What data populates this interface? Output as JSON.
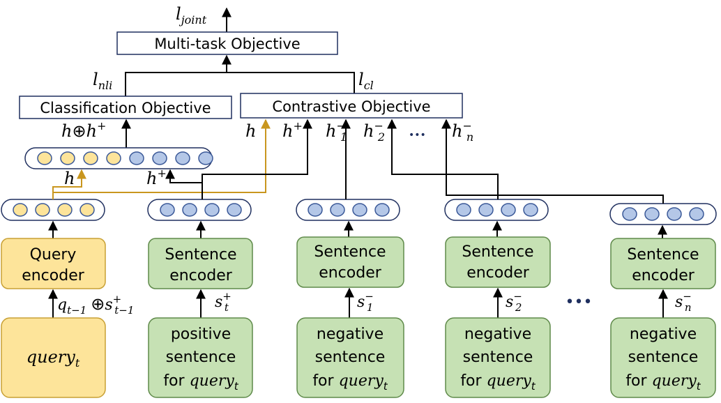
{
  "top": {
    "joint_label": "l",
    "joint_sub": "joint",
    "objective_label": "Multi-task Objective"
  },
  "objectives": {
    "nli_label": "l",
    "nli_sub": "nli",
    "cl_label": "l",
    "cl_sub": "cl",
    "classification_label": "Classification Objective",
    "contrastive_label": "Contrastive Objective"
  },
  "vectors": {
    "concat_h": "h",
    "concat_op": "⊕",
    "concat_hplus": "h",
    "concat_plus": "+",
    "h_label": "h",
    "hplus_label": "h",
    "hplus_sup": "+",
    "neg_base": "h",
    "neg_sup": "−",
    "neg_subs": [
      "1",
      "2",
      "n"
    ],
    "ellipsis_small": "•••",
    "left_h": "h",
    "left_hplus": "h",
    "left_hplus_sup": "+"
  },
  "encoders": {
    "query_encoder": [
      "Query",
      "encoder"
    ],
    "sentence_encoder": [
      "Sentence",
      "encoder"
    ],
    "ellipsis_big": "•••"
  },
  "input_arrows": {
    "query_in": {
      "q": "q",
      "q_sub": "t−1",
      "op": "⊕",
      "s": "s",
      "s_sup": "+",
      "s_sub": "t−1"
    },
    "pos_in": {
      "s": "s",
      "sup": "+",
      "sub": "t"
    },
    "neg_in": [
      {
        "s": "s",
        "sup": "−",
        "sub": "1"
      },
      {
        "s": "s",
        "sup": "−",
        "sub": "2"
      },
      {
        "s": "s",
        "sup": "−",
        "sub": "n"
      }
    ]
  },
  "inputs": {
    "query_main": "query",
    "query_sub": "t",
    "positive": [
      "positive",
      "sentence",
      "for "
    ],
    "negative": [
      "negative",
      "sentence",
      "for "
    ],
    "for_query": "query",
    "for_sub": "t"
  },
  "colors": {
    "yellow_fill": "#fde49a",
    "yellow_stroke": "#c8a034",
    "green_fill": "#c6e1b4",
    "green_stroke": "#5f8a4a",
    "blue_fill": "#b4c7e7",
    "blue_stroke": "#3b5998",
    "orange_line": "#c9961e",
    "navy": "#1f2f5f"
  }
}
